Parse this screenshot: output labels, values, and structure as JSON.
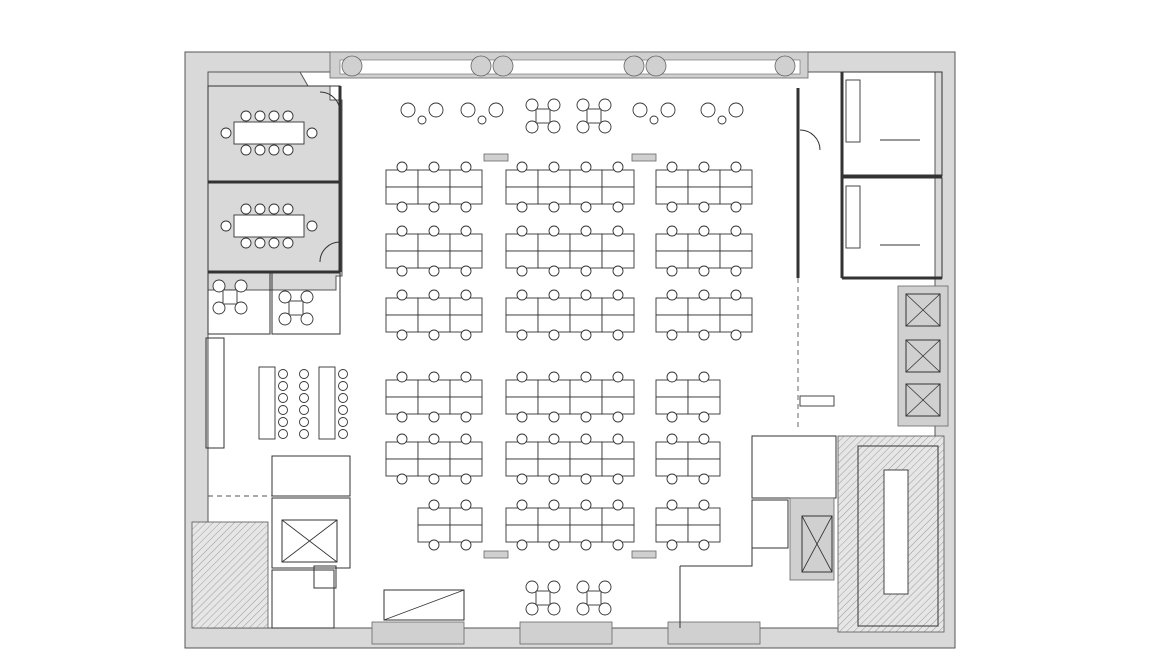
{
  "plan": {
    "type": "office floor plan",
    "style": "black line drawing on white, gray walls",
    "colors": {
      "wall": "#d9d9d9",
      "line": "#333333",
      "background": "#ffffff"
    },
    "workstation_clusters": [
      {
        "rows": 2,
        "cols": 3
      },
      {
        "rows": 2,
        "cols": 4
      },
      {
        "rows": 2,
        "cols": 3
      },
      {
        "rows": 2,
        "cols": 3
      },
      {
        "rows": 2,
        "cols": 4
      },
      {
        "rows": 2,
        "cols": 3
      },
      {
        "rows": 2,
        "cols": 3
      },
      {
        "rows": 2,
        "cols": 4
      },
      {
        "rows": 2,
        "cols": 3
      },
      {
        "rows": 2,
        "cols": 3
      },
      {
        "rows": 2,
        "cols": 4
      },
      {
        "rows": 2,
        "cols": 2
      },
      {
        "rows": 2,
        "cols": 3
      },
      {
        "rows": 2,
        "cols": 4
      },
      {
        "rows": 2,
        "cols": 2
      },
      {
        "rows": 2,
        "cols": 2
      },
      {
        "rows": 2,
        "cols": 4
      },
      {
        "rows": 2,
        "cols": 2
      }
    ],
    "conference_rooms": 2,
    "small_meeting_rooms": 2,
    "restrooms": 2,
    "elevators": 4,
    "stairs": 3
  }
}
